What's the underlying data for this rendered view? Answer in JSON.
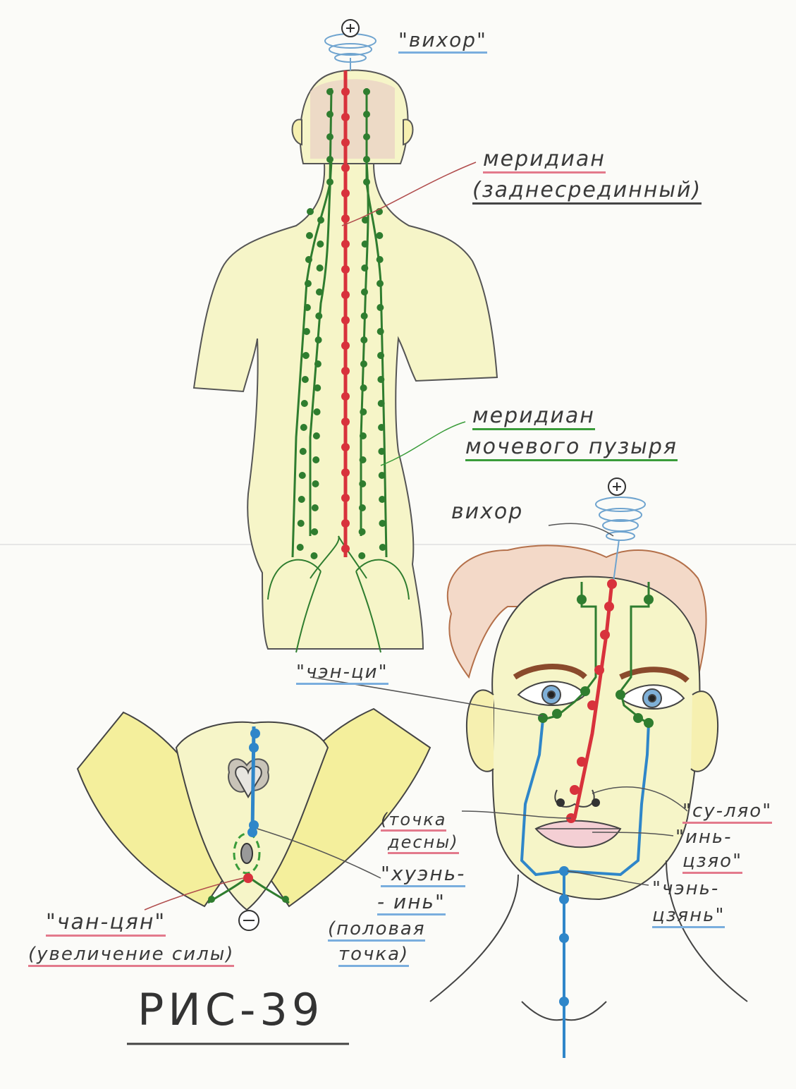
{
  "colors": {
    "body_fill": "#f6f5c8",
    "meridian_red": "#d8323c",
    "meridian_green": "#2f7d2f",
    "meridian_blue": "#2f86c9",
    "hair_brown": "#b4704a",
    "pencil": "#555555",
    "underline_red": "#e37a8c",
    "underline_blue": "#7aaede",
    "underline_green": "#3a9c3a"
  },
  "icons": {
    "plus": "⊕",
    "minus": "⊖"
  },
  "labels": {
    "vortex_top": "\"вихор\"",
    "meridian_back_1": "меридиан",
    "meridian_back_2": "(заднесрединный)",
    "meridian_bladder_1": "меридиан",
    "meridian_bladder_2": "мочевого пузыря",
    "vortex_face": "вихор",
    "chen_qi": "\"чэн-ци\"",
    "su_lyao": "\"су-ляо\"",
    "gum_point_1": "(точка",
    "gum_point_2": "десны)",
    "in_tszyao_1": "\"инь-",
    "in_tszyao_2": "цзяо\"",
    "huen_in_1": "\"хуэнь-",
    "huen_in_2": "- инь\"",
    "sexual_point_1": "(половая",
    "sexual_point_2": "точка)",
    "chen_tszyan_1": "\"чэнь-",
    "chen_tszyan_2": "цзянь\"",
    "chan_tsyan_1": "\"чан-цян\"",
    "chan_tsyan_2": "(увеличение силы)",
    "figure_title": "РИС-39"
  }
}
